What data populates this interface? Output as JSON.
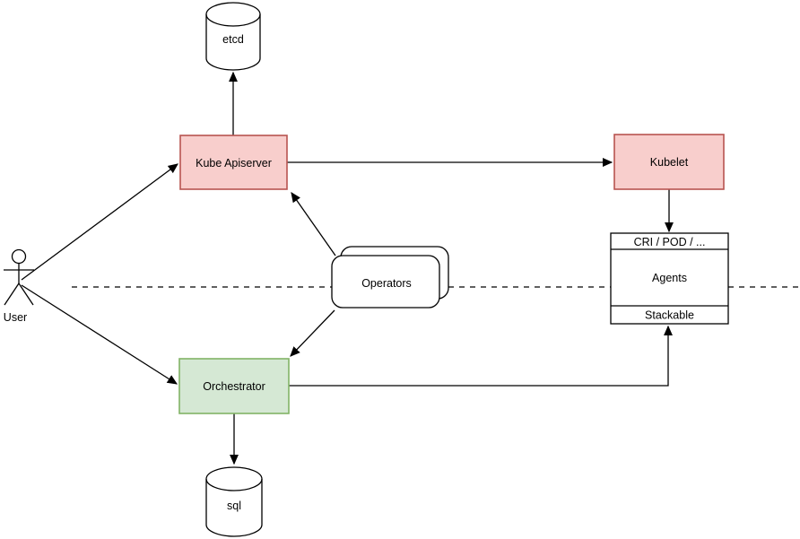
{
  "diagram": {
    "type": "architecture-flowchart",
    "background_color": "#ffffff",
    "line_color": "#000000",
    "colors": {
      "pink_fill": "#f8cecc",
      "pink_stroke": "#b85450",
      "green_fill": "#d5e8d4",
      "green_stroke": "#82b366"
    },
    "nodes": {
      "user": {
        "label": "User",
        "shape": "actor"
      },
      "etcd": {
        "label": "etcd",
        "shape": "cylinder",
        "fill": "#ffffff",
        "stroke": "#000000"
      },
      "kube_apiserver": {
        "label": "Kube Apiserver",
        "shape": "rectangle",
        "fill": "#f8cecc",
        "stroke": "#b85450"
      },
      "kubelet": {
        "label": "Kubelet",
        "shape": "rectangle",
        "fill": "#f8cecc",
        "stroke": "#b85450"
      },
      "operators": {
        "label": "Operators",
        "shape": "stacked-rounded-rectangle",
        "fill": "#ffffff",
        "stroke": "#000000"
      },
      "agents": {
        "header": "CRI / POD / ...",
        "label": "Agents",
        "footer": "Stackable",
        "shape": "partitioned-rectangle",
        "fill": "#ffffff",
        "stroke": "#000000"
      },
      "orchestrator": {
        "label": "Orchestrator",
        "shape": "rectangle",
        "fill": "#d5e8d4",
        "stroke": "#82b366"
      },
      "sql": {
        "label": "sql",
        "shape": "cylinder",
        "fill": "#ffffff",
        "stroke": "#000000"
      }
    },
    "edges": [
      {
        "from": "user",
        "to": "kube_apiserver",
        "arrow": "end"
      },
      {
        "from": "user",
        "to": "orchestrator",
        "arrow": "end"
      },
      {
        "from": "kube_apiserver",
        "to": "etcd",
        "arrow": "end"
      },
      {
        "from": "kube_apiserver",
        "to": "kubelet",
        "arrow": "end"
      },
      {
        "from": "operators",
        "to": "kube_apiserver",
        "arrow": "end"
      },
      {
        "from": "operators",
        "to": "orchestrator",
        "arrow": "end"
      },
      {
        "from": "kubelet",
        "to": "agents",
        "arrow": "end"
      },
      {
        "from": "orchestrator",
        "to": "sql",
        "arrow": "end"
      },
      {
        "from": "orchestrator",
        "to": "agents",
        "arrow": "end"
      }
    ],
    "separator": {
      "style": "dashed",
      "orientation": "horizontal"
    }
  }
}
